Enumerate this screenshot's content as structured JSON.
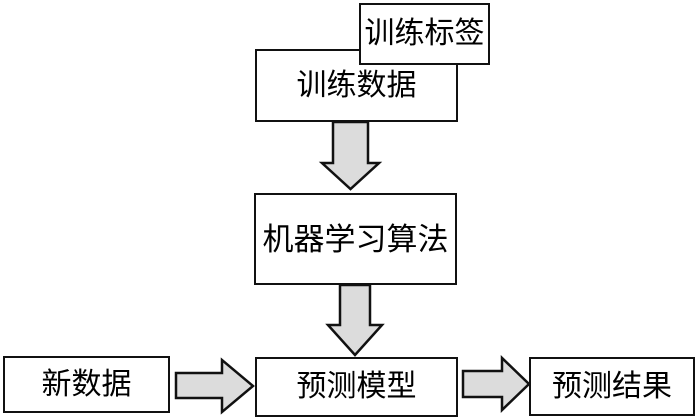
{
  "diagram": {
    "title": "machine-learning-workflow-flowchart",
    "nodes": {
      "train_labels": {
        "label": "训练标签"
      },
      "train_data": {
        "label": "训练数据"
      },
      "ml_algorithm": {
        "label": "机器学习算法"
      },
      "prediction_model": {
        "label": "预测模型"
      },
      "new_data": {
        "label": "新数据"
      },
      "prediction_result": {
        "label": "预测结果"
      }
    },
    "edges": [
      {
        "from": "train_data",
        "to": "ml_algorithm",
        "direction": "down"
      },
      {
        "from": "ml_algorithm",
        "to": "prediction_model",
        "direction": "down"
      },
      {
        "from": "new_data",
        "to": "prediction_model",
        "direction": "right"
      },
      {
        "from": "prediction_model",
        "to": "prediction_result",
        "direction": "right"
      }
    ],
    "colors": {
      "background": "#ffffff",
      "box_fill": "#ffffff",
      "border": "#111111",
      "text": "#000000",
      "arrow_fill": "#dcdcdc"
    }
  }
}
